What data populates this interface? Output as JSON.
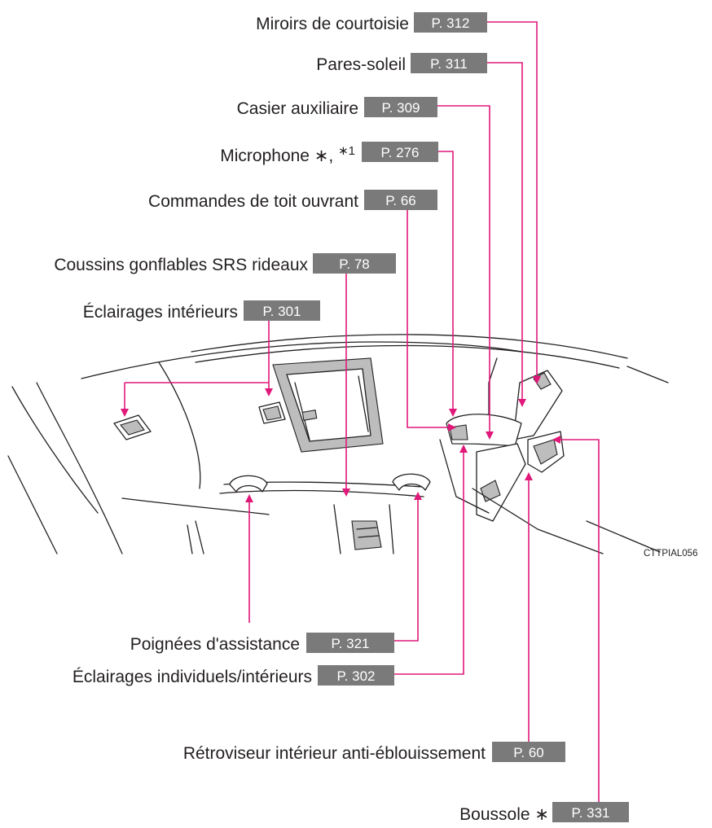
{
  "callouts": [
    {
      "label": "Miroirs de courtoisie",
      "page": "P. 312"
    },
    {
      "label": "Pares-soleil",
      "page": "P. 311"
    },
    {
      "label": "Casier auxiliaire",
      "page": "P. 309"
    },
    {
      "label": "Microphone ∗, ",
      "sup": "∗1",
      "page": "P. 276"
    },
    {
      "label": "Commandes de toit ouvrant",
      "page": "P. 66"
    },
    {
      "label": "Coussins gonflables SRS rideaux",
      "page": "P. 78"
    },
    {
      "label": "Éclairages intérieurs",
      "page": "P. 301"
    },
    {
      "label": "Poignées d'assistance",
      "page": "P. 321"
    },
    {
      "label": "Éclairages individuels/intérieurs",
      "page": "P. 302"
    },
    {
      "label": "Rétroviseur intérieur anti-éblouissement",
      "page": "P. 60"
    },
    {
      "label": "Boussole ∗",
      "page": "P. 331"
    }
  ],
  "image_code": "CTTPIAL056",
  "colors": {
    "leader": "#e0187a",
    "page_box": "#7a7a7a",
    "text": "#231f20"
  }
}
